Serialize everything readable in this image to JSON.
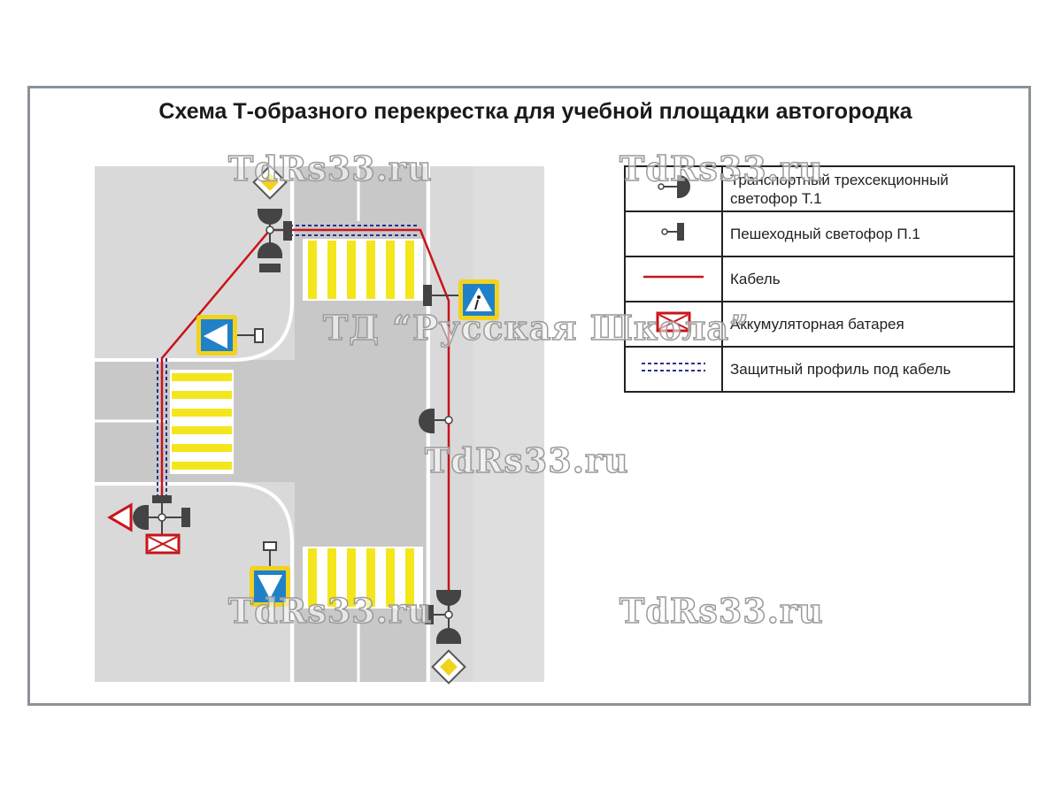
{
  "title": "Схема Т-образного перекрестка для учебной площадки автогородка",
  "legend": [
    {
      "symbol": "traffic-light-vehicle-icon",
      "text": "Транспортный трехсекционный светофор Т.1"
    },
    {
      "symbol": "traffic-light-pedestrian-icon",
      "text": "Пешеходный светофор П.1"
    },
    {
      "symbol": "cable-line-icon",
      "text": "Кабель"
    },
    {
      "symbol": "battery-icon",
      "text": "Аккумуляторная батарея"
    },
    {
      "symbol": "cable-protection-profile-icon",
      "text": "Защитный профиль под кабель"
    }
  ],
  "watermarks": [
    "TdRs33.ru",
    "TdRs33.ru",
    "ТД “Русская Школа”",
    "TdRs33.ru",
    "TdRs33.ru",
    "TdRs33.ru"
  ],
  "colors": {
    "frame": "#8a9298",
    "sidewalk": "#d9d9d9",
    "road": "#c8c8c8",
    "crosswalk_yellow": "#f4e61c",
    "cable": "#c8141a",
    "sign_blue": "#1f82c8",
    "sign_yellow_frame": "#f2d21e",
    "equipment": "#444444",
    "protection_profile": "#2a2f8f"
  }
}
